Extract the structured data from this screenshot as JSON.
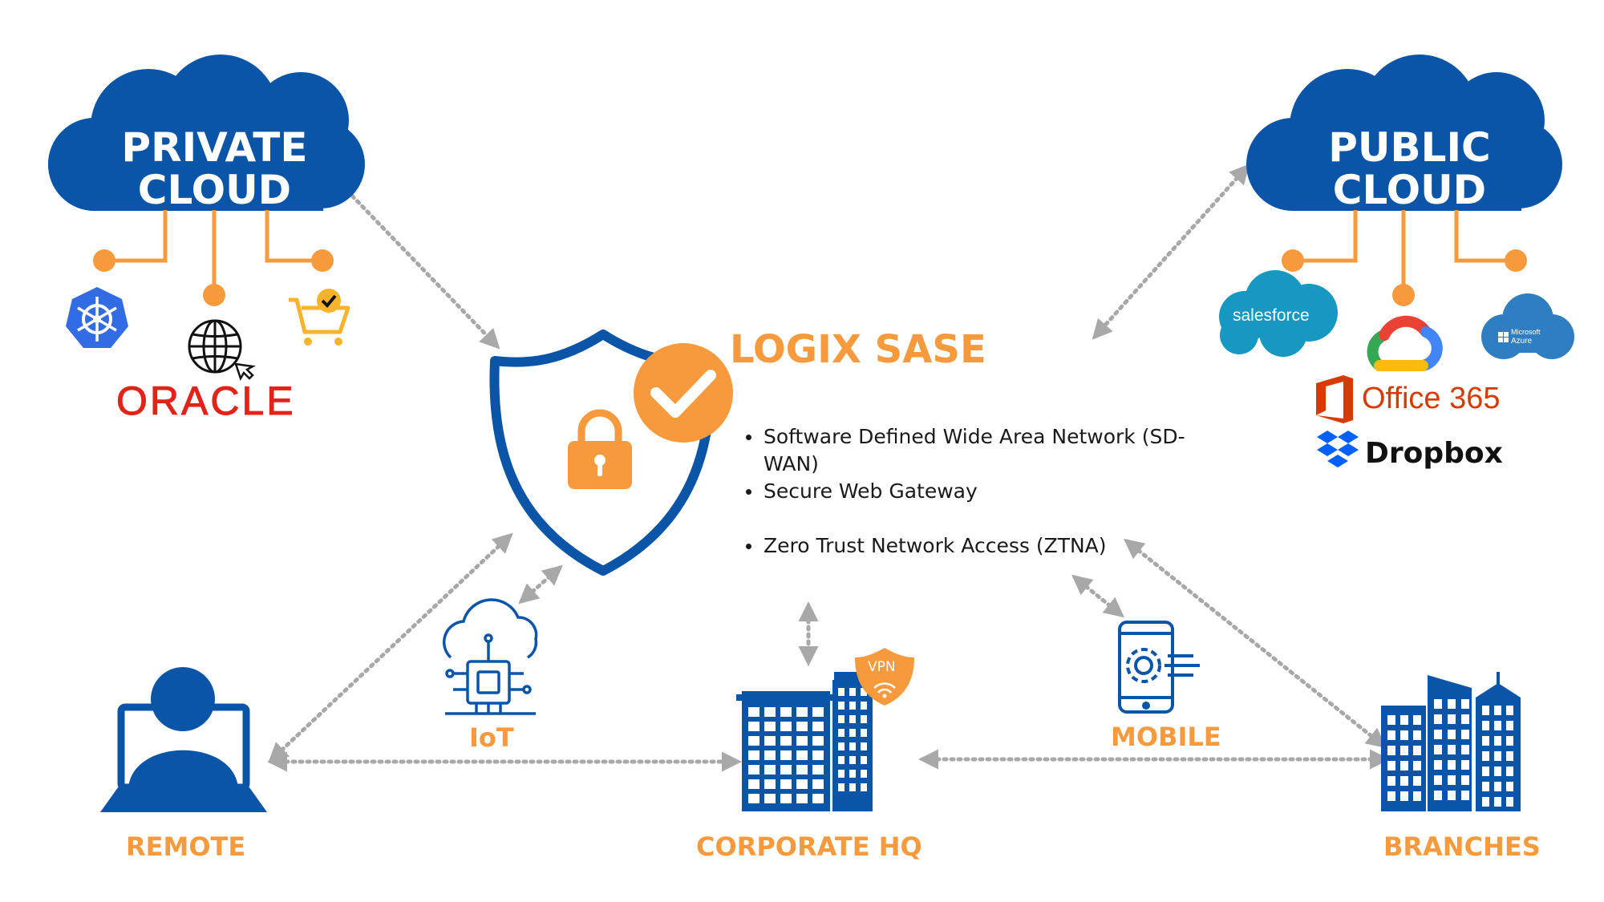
{
  "brand": {
    "title": "LOGIX SASE"
  },
  "features": [
    "Software Defined Wide Area Network (SD-WAN)",
    "Secure Web Gateway",
    "Zero Trust Network Access (ZTNA)"
  ],
  "clouds": {
    "private": {
      "title_line1": "PRIVATE",
      "title_line2": "CLOUD"
    },
    "public": {
      "title_line1": "PUBLIC",
      "title_line2": "CLOUD"
    }
  },
  "private_cloud_services": {
    "oracle": "ORACLE"
  },
  "public_cloud_services": {
    "salesforce": "salesforce",
    "office365": "Office 365",
    "dropbox": "Dropbox",
    "azure_line1": "Microsoft",
    "azure_line2": "Azure"
  },
  "nodes": {
    "remote": "REMOTE",
    "iot": "IoT",
    "corporate_hq": "CORPORATE HQ",
    "vpn": "VPN",
    "mobile": "MOBILE",
    "branches": "BRANCHES"
  },
  "colors": {
    "primary_blue": "#0b55a8",
    "accent_orange": "#f79a3e",
    "connector_gray": "#a8a8a8",
    "oracle_red": "#e2231a",
    "office_red": "#d83b01",
    "salesforce_blue": "#1798c1",
    "azure_blue": "#2f7ec1",
    "dropbox_blue": "#0061fe"
  }
}
